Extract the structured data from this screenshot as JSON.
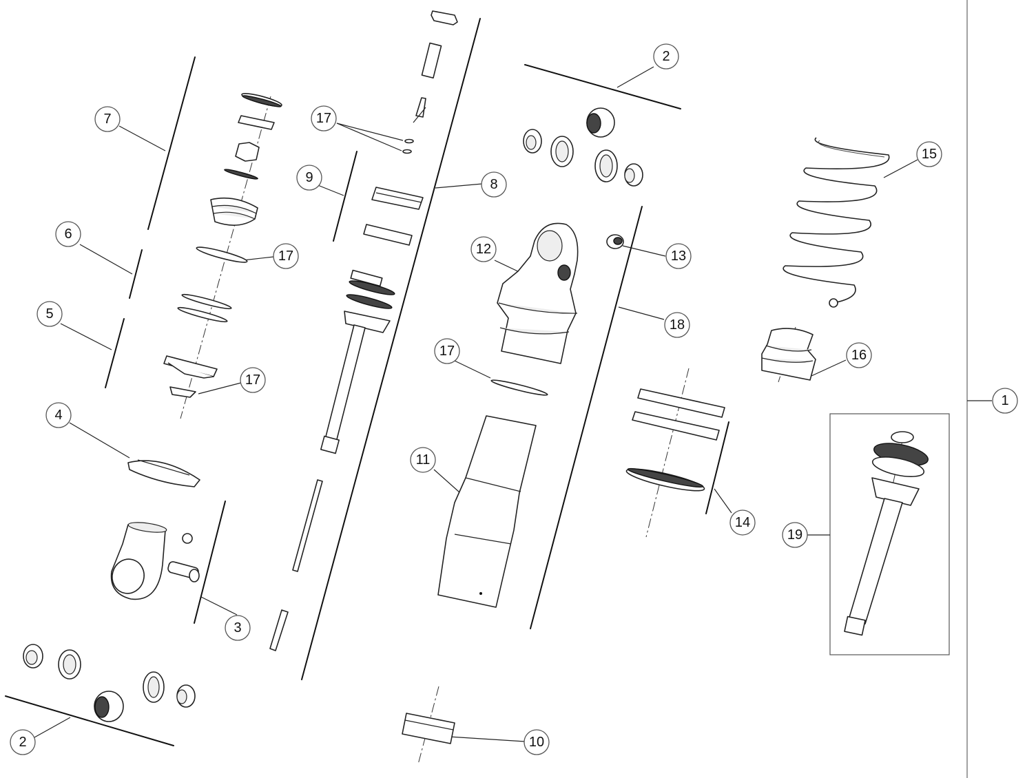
{
  "callouts": [
    {
      "id": "c1",
      "label": "1"
    },
    {
      "id": "c2a",
      "label": "2"
    },
    {
      "id": "c2b",
      "label": "2"
    },
    {
      "id": "c3",
      "label": "3"
    },
    {
      "id": "c4",
      "label": "4"
    },
    {
      "id": "c5",
      "label": "5"
    },
    {
      "id": "c6",
      "label": "6"
    },
    {
      "id": "c7",
      "label": "7"
    },
    {
      "id": "c8",
      "label": "8"
    },
    {
      "id": "c9",
      "label": "9"
    },
    {
      "id": "c10",
      "label": "10"
    },
    {
      "id": "c11",
      "label": "11"
    },
    {
      "id": "c12",
      "label": "12"
    },
    {
      "id": "c13",
      "label": "13"
    },
    {
      "id": "c14",
      "label": "14"
    },
    {
      "id": "c15",
      "label": "15"
    },
    {
      "id": "c16",
      "label": "16"
    },
    {
      "id": "c17a",
      "label": "17"
    },
    {
      "id": "c17b",
      "label": "17"
    },
    {
      "id": "c17c",
      "label": "17"
    },
    {
      "id": "c17d",
      "label": "17"
    },
    {
      "id": "c18",
      "label": "18"
    },
    {
      "id": "c19",
      "label": "19"
    }
  ]
}
